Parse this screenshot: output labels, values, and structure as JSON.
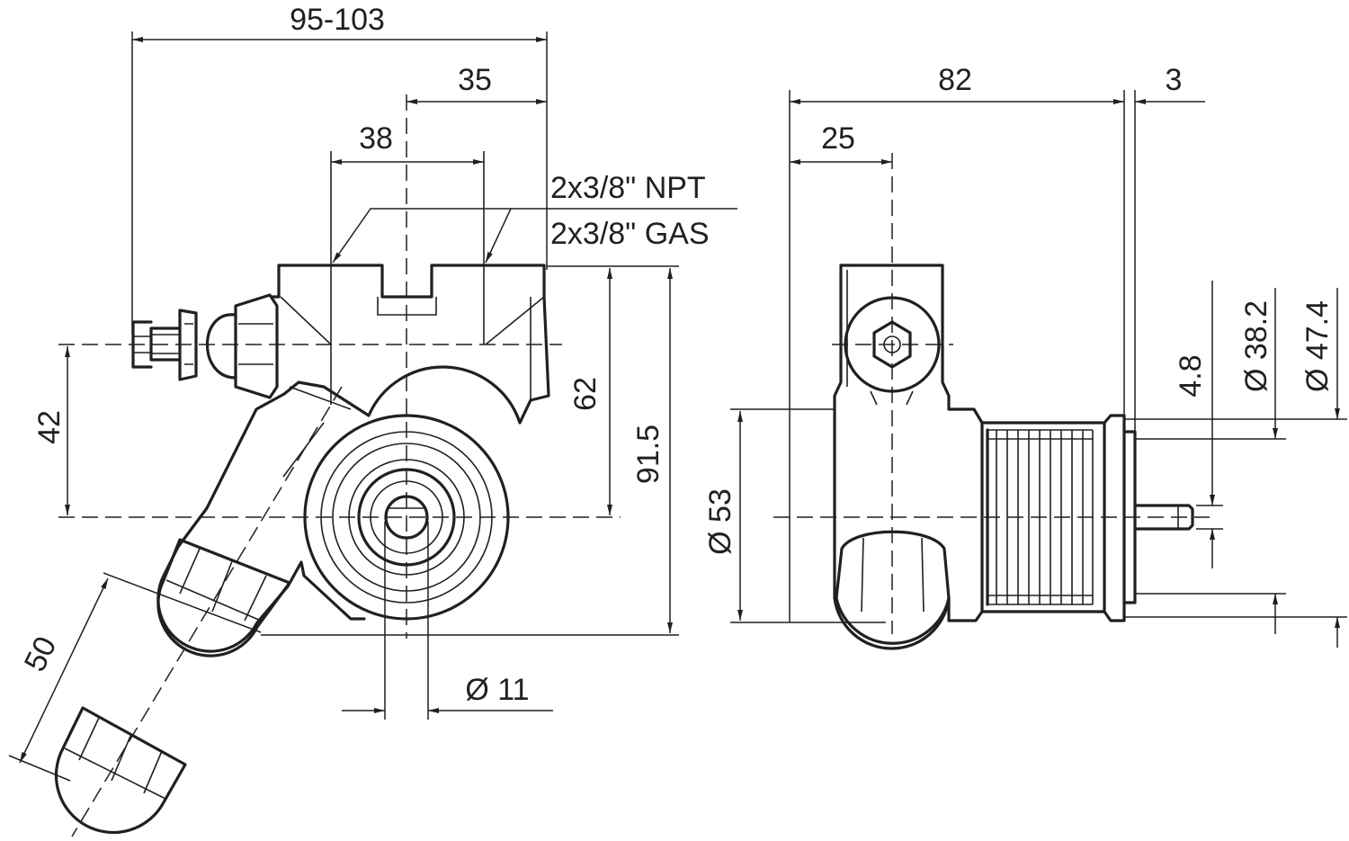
{
  "drawing": {
    "dims": {
      "overall_width": "95-103",
      "port_offset": "35",
      "port_spacing": "38",
      "depth": "82",
      "flange_thickness": "3",
      "port_inset": "25",
      "height_62": "62",
      "height_915": "91.5",
      "axis_height": "42",
      "filter_removal": "50",
      "shaft_dia": "Ø 11",
      "body_dia": "Ø 53",
      "shaft_flat": "4.8",
      "pilot_dia": "Ø 38.2",
      "flange_dia": "Ø 47.4"
    },
    "ports": {
      "npt": "2x3/8\" NPT",
      "gas": "2x3/8\" GAS"
    }
  }
}
